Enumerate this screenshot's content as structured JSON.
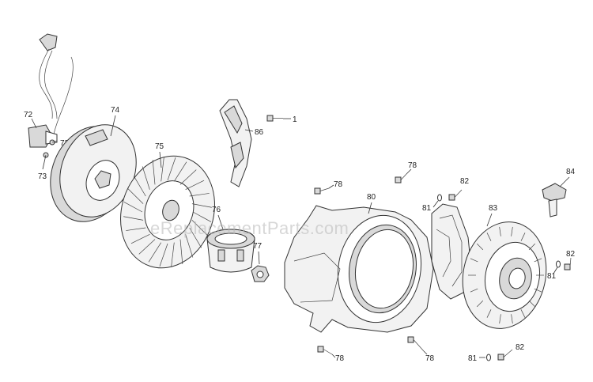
{
  "watermark": "eReplacementParts.com",
  "callouts": {
    "c72": "72",
    "c73a": "73",
    "c73b": "73",
    "c74": "74",
    "c75": "75",
    "c76": "76",
    "c77": "77",
    "c86": "86",
    "c1": "1",
    "c78a": "78",
    "c78b": "78",
    "c78c": "78",
    "c78d": "78",
    "c80": "80",
    "c81a": "81",
    "c81b": "81",
    "c81c": "81",
    "c82a": "82",
    "c82b": "82",
    "c82c": "82",
    "c83": "83",
    "c84": "84"
  }
}
